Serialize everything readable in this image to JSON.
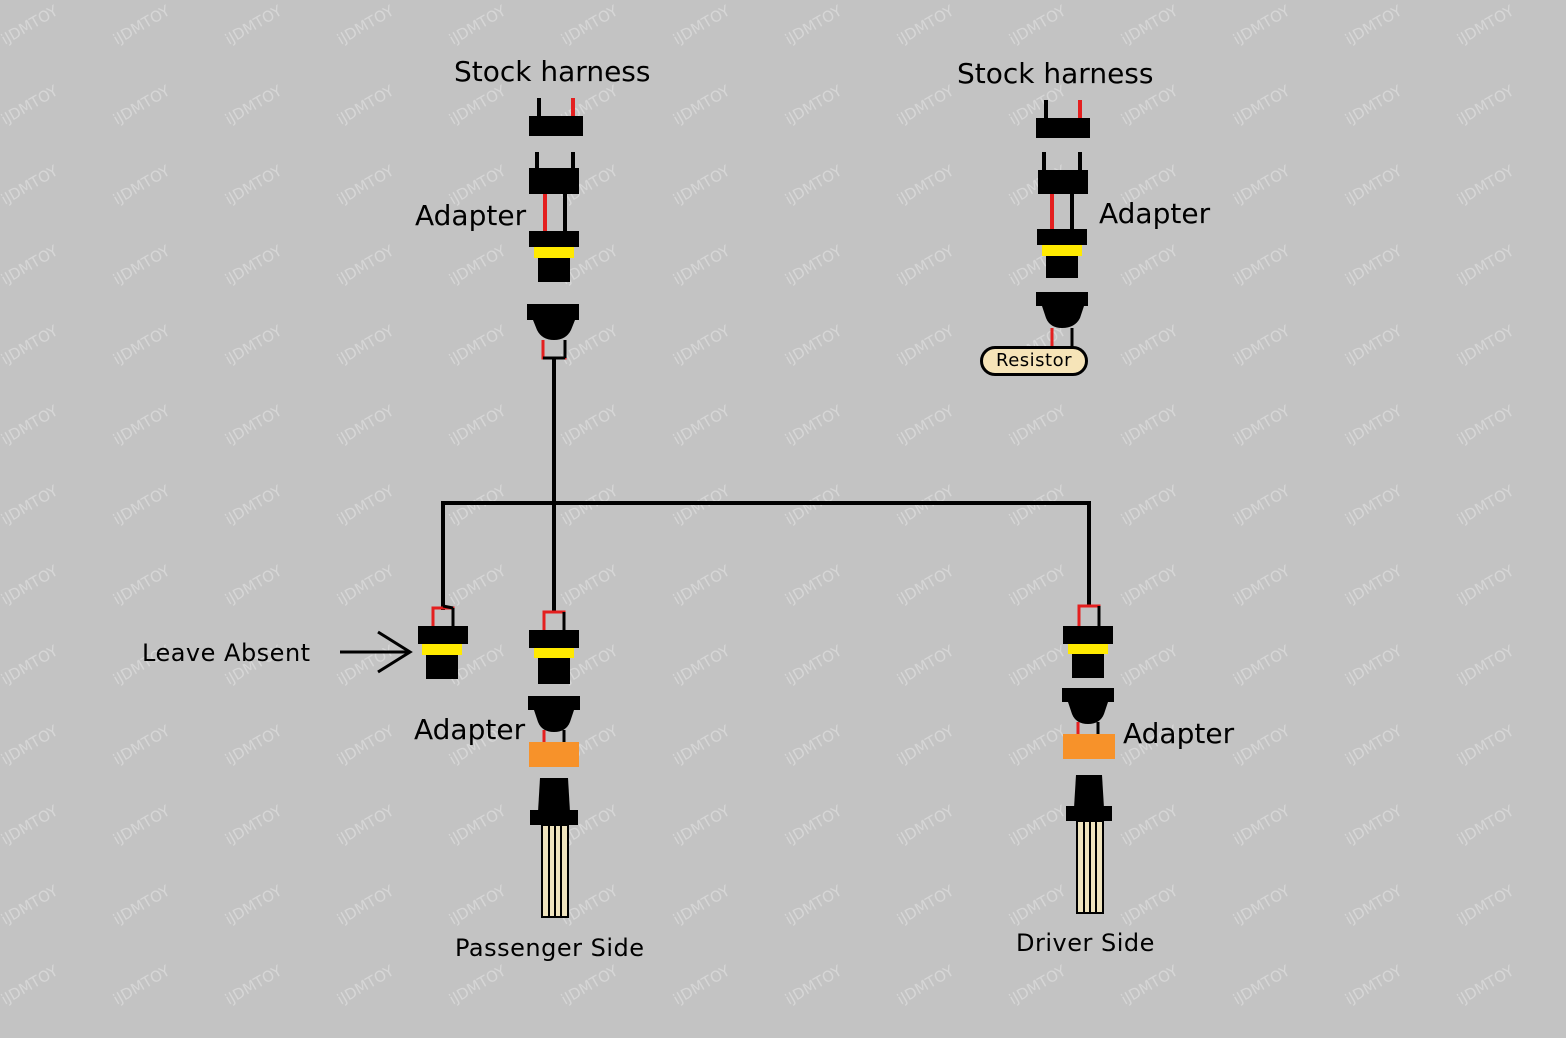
{
  "labels": {
    "stock_harness_left": "Stock harness",
    "stock_harness_right": "Stock harness",
    "adapter_top_left": "Adapter",
    "adapter_top_right": "Adapter",
    "resistor": "Resistor",
    "leave_absent": "Leave Absent",
    "adapter_passenger": "Adapter",
    "adapter_driver": "Adapter",
    "passenger_side": "Passenger Side",
    "driver_side": "Driver Side"
  },
  "watermark_text": "iJDMTOY",
  "colors": {
    "background": "#c3c3c3",
    "connector": "#000000",
    "wire_positive": "#e41f1f",
    "seal_yellow": "#ffea00",
    "adapter_orange": "#f7922a",
    "bulb_glass": "#efe3bd",
    "resistor_body": "#f6e4b8"
  },
  "icons": {
    "arrow": "arrow-right-icon"
  }
}
